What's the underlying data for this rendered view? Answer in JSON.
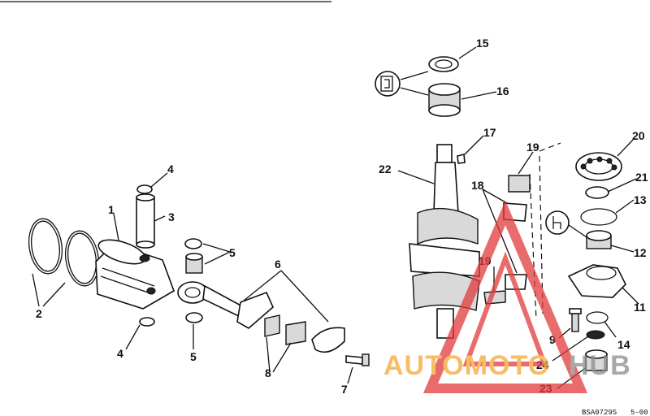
{
  "callouts": [
    "1",
    "2",
    "3",
    "4",
    "4",
    "5",
    "5",
    "6",
    "7",
    "8",
    "9",
    "11",
    "12",
    "13",
    "14",
    "15",
    "16",
    "17",
    "18",
    "19",
    "19",
    "20",
    "21",
    "22",
    "23",
    "24"
  ],
  "watermark": {
    "part1": "AUTOMOTO",
    "part2": "HUB",
    "color_orange": "#f3a833",
    "color_gray": "#8c8c8c",
    "triangle_color": "#e23b3b"
  },
  "footer": {
    "code": "BSA0729S",
    "page": "5-00"
  }
}
